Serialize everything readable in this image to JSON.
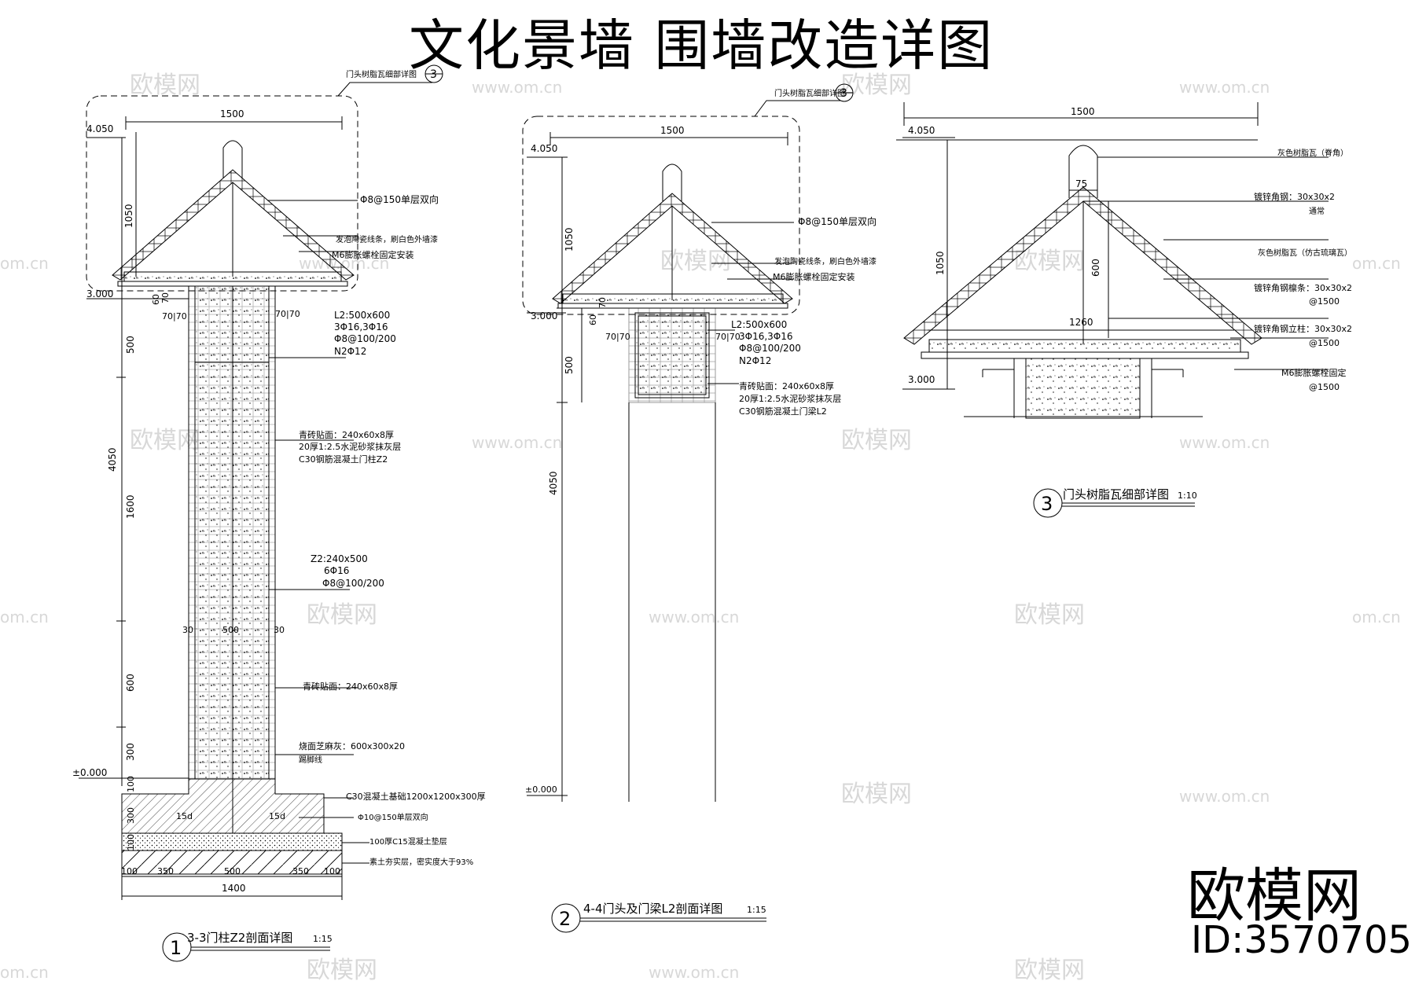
{
  "title": "文化景墙  围墙改造详图",
  "brand": {
    "name": "欧模网",
    "id": "ID:3570705"
  },
  "watermark": {
    "site": "www.om.cn",
    "brand": "欧模网",
    "edge": "om.cn"
  },
  "views": [
    {
      "id": "1",
      "caption": "3-3门柱Z2剖面详图",
      "scale": "1:15",
      "callout_ref": "门头树脂瓦细部详图",
      "callout_num": "3",
      "dims": {
        "roof_width": "1500",
        "roof_height": "1050",
        "elev_top": "4.050",
        "elev_mid": "3.000",
        "elev_zero": "±0.000",
        "total_h": "4050",
        "seg_500": "500",
        "seg_1600": "1600",
        "seg_600": "600",
        "seg_300": "300",
        "seg_100": "100",
        "seg_60": "60",
        "seg_70": "70",
        "gap_70_70": "70|70",
        "col_500": "500",
        "col_30": "30",
        "base_1400": "1400",
        "b100": "100",
        "b350": "350",
        "b500": "500",
        "f300": "300",
        "f100": "100",
        "anchor": "15d"
      },
      "labels": {
        "l1": "Φ8@150单层双向",
        "l2": "发泡陶瓷线条，刷白色外墙漆",
        "l3": "M6膨胀螺栓固定安装",
        "beam_1": "L2:500x600",
        "beam_2": "3Φ16,3Φ16",
        "beam_3": "Φ8@100/200",
        "beam_4": "N2Φ12",
        "brick_1": "青砖贴面：240x60x8厚",
        "brick_2": "20厚1:2.5水泥砂浆抹灰层",
        "brick_3": "C30钢筋混凝土门柱Z2",
        "z2_1": "Z2:240x500",
        "z2_2": "6Φ16",
        "z2_3": "Φ8@100/200",
        "brick_4": "青砖贴面：240x60x8厚",
        "stone_1": "烧面芝麻灰：600x300x20",
        "stone_2": "踢脚线",
        "found_1": "C30混凝土基础1200x1200x300厚",
        "found_2": "Φ10@150单层双向",
        "found_3": "100厚C15混凝土垫层",
        "found_4": "素土夯实层，密实度大于93%"
      }
    },
    {
      "id": "2",
      "caption": "4-4门头及门梁L2剖面详图",
      "scale": "1:15",
      "callout_ref": "门头树脂瓦细部详图",
      "callout_num": "3",
      "dims": {
        "roof_width": "1500",
        "roof_height": "1050",
        "elev_top": "4.050",
        "elev_mid": "3.000",
        "elev_zero": "±0.000",
        "total_h": "4050",
        "seg_500": "500",
        "seg_60": "60",
        "seg_70": "70",
        "gap_70_70": "70|70"
      },
      "labels": {
        "l1": "Φ8@150单层双向",
        "l2": "发泡陶瓷线条，刷白色外墙漆",
        "l3": "M6膨胀螺栓固定安装",
        "beam_1": "L2:500x600",
        "beam_2": "3Φ16,3Φ16",
        "beam_3": "Φ8@100/200",
        "beam_4": "N2Φ12",
        "brick_1": "青砖贴面：240x60x8厚",
        "brick_2": "20厚1:2.5水泥砂浆抹灰层",
        "brick_3": "C30钢筋混凝土门梁L2"
      }
    },
    {
      "id": "3",
      "caption": "门头树脂瓦细部详图",
      "scale": "1:10",
      "dims": {
        "roof_width": "1500",
        "roof_height": "1050",
        "elev_top": "4.050",
        "elev_mid": "3.000",
        "ridge_w": "75",
        "inner_h": "600",
        "inner_w": "1260"
      },
      "labels": {
        "r1": "灰色树脂瓦（脊角）",
        "r2a": "镀锌角钢：30x30x2",
        "r2b": "通常",
        "r3": "灰色树脂瓦（仿古琉璃瓦）",
        "r4a": "镀锌角钢檩条：30x30x2",
        "r4b": "@1500",
        "r5a": "镀锌角钢立柱：30x30x2",
        "r5b": "@1500",
        "r6a": "M6膨胀螺栓固定",
        "r6b": "@1500"
      }
    }
  ]
}
